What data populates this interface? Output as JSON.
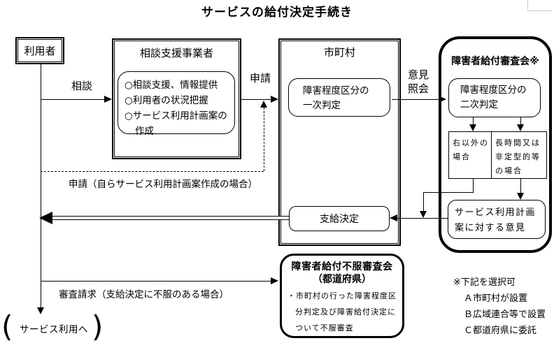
{
  "title": "サービスの給付決定手続き",
  "user_box": {
    "label": "利用者"
  },
  "consult_box": {
    "title": "相談支援事業者",
    "items": [
      "○相談支援、情報提供",
      "○利用者の状況把握",
      "○サービス利用計画案の",
      "作成"
    ]
  },
  "city_box": {
    "title": "市町村",
    "primary_judgment": {
      "line1": "障害程度区分の",
      "line2": "一次判定"
    },
    "grant_decision": "支給決定"
  },
  "review_box": {
    "title": "障害者給付審査会※",
    "secondary_judgment": {
      "line1": "障害程度区分の",
      "line2": "二次判定"
    },
    "case_other": {
      "line1": "右以外の",
      "line2": "場合"
    },
    "case_atypical": {
      "line1": "長時間又は",
      "line2": "非定型的等",
      "line3": "の場合"
    },
    "opinion": {
      "line1": "サービス利用計画",
      "line2": "案に対する意見"
    }
  },
  "appeal_box": {
    "title_line1": "障害者給付不服審査会",
    "title_line2": "（都道府県）",
    "body": [
      "・市町村の行った障害程度区",
      "分判定及び障害給付決定に",
      "ついて不服審査"
    ]
  },
  "labels": {
    "consult": "相談",
    "apply": "申請",
    "inquiry_line1": "意見",
    "inquiry_line2": "照会",
    "self_apply": "申請（自らサービス利用計画案作成の場合）",
    "appeal_request": "審査請求（支給決定に不服のある場合）"
  },
  "service_use": {
    "bracket_left": "(",
    "bracket_right": ")",
    "label": "サービス利用へ"
  },
  "notes": [
    "※下記を選択可",
    "Ａ市町村が設置",
    "Ｂ広域連合等で設置",
    "Ｃ都道府県に委託"
  ],
  "colors": {
    "line": "#000000",
    "background": "#ffffff",
    "corner_mark": "#c8c8c8"
  }
}
